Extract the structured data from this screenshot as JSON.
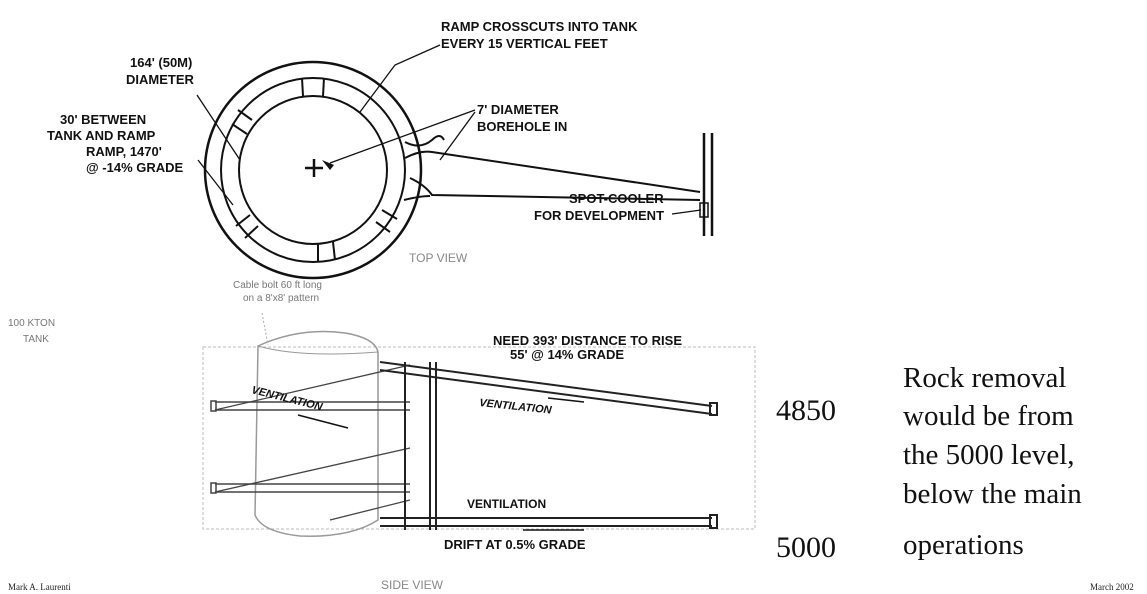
{
  "top_view": {
    "label_crosscuts_line1": "RAMP CROSSCUTS INTO TANK",
    "label_crosscuts_line2": "EVERY 15 VERTICAL FEET",
    "label_diameter_line1": "164' (50M)",
    "label_diameter_line2": "DIAMETER",
    "label_between_line1": "30' BETWEEN",
    "label_between_line2": "TANK AND RAMP",
    "label_ramp_line1": "RAMP, 1470'",
    "label_ramp_line2": "@ -14% GRADE",
    "label_borehole_line1": "7' DIAMETER",
    "label_borehole_line2": "BOREHOLE IN",
    "label_cooler_line1": "SPOT-COOLER",
    "label_cooler_line2": "FOR DEVELOPMENT",
    "view_title": "TOP VIEW"
  },
  "side_view": {
    "cable_bolt_line1": "Cable bolt 60 ft long",
    "cable_bolt_line2": "on a 8'x8' pattern",
    "tank_line1": "100 KTON",
    "tank_line2": "TANK",
    "rise_line1": "NEED 393' DISTANCE TO RISE",
    "rise_line2": "55' @ 14% GRADE",
    "ventilation_tank": "VENTILATION",
    "ventilation_ramp": "VENTILATION",
    "ventilation_drift": "VENTILATION",
    "drift_label": "DRIFT AT 0.5% GRADE",
    "view_title": "SIDE VIEW"
  },
  "levels": {
    "upper": "4850",
    "lower": "5000"
  },
  "note": {
    "line1": "Rock removal",
    "line2": "would be from",
    "line3": "the 5000 level,",
    "line4": "below the main",
    "line5": "operations"
  },
  "footer": {
    "author": "Mark A. Laurenti",
    "date": "March 2002"
  }
}
